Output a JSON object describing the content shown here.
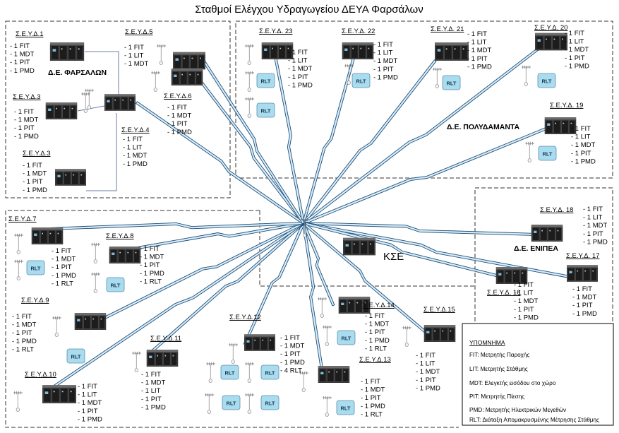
{
  "title": "Σταθμοί Ελέγχου Υδραγωγείου ΔΕΥΑ Φαρσάλων",
  "center_label": "ΚΣΕ",
  "rlt_label": "RLT",
  "regions": [
    {
      "id": "farsalon",
      "label": "Δ.Ε. ΦΑΡΣΑΛΩΝ"
    },
    {
      "id": "polydamanta",
      "label": "Δ.Ε. ΠΟΛΥΔΑΜΑΝΤΑ"
    },
    {
      "id": "enipea",
      "label": "Δ.Ε. ΕΝΙΠΕΑ"
    }
  ],
  "stations": [
    {
      "id": "s1",
      "name": "Σ.Ε.Υ.Δ.1",
      "items": [
        "- 1 FIT",
        "- 1 MDT",
        "- 1 PIT",
        "- 1 PMD"
      ]
    },
    {
      "id": "s5",
      "name": "Σ.Ε.Υ.Δ.5",
      "items": [
        "- 1 FIT",
        "- 1 LIT",
        "- 1 MDT"
      ]
    },
    {
      "id": "s3a",
      "name": "Σ.Ε.Υ.Δ.3",
      "items": [
        "- 1 FIT",
        "- 1 MDT",
        "- 1 PIT",
        "- 1 PMD"
      ]
    },
    {
      "id": "s6",
      "name": "Σ.Ε.Υ.Δ.6",
      "items": [
        "- 1 FIT",
        "- 1 MDT",
        "- 1 PIT",
        "- 1 PMD"
      ]
    },
    {
      "id": "s4",
      "name": "Σ.Ε.Υ.Δ.4",
      "items": [
        "- 1 FIT",
        "- 1 LIT",
        "- 1 MDT",
        "- 1 PMD"
      ]
    },
    {
      "id": "s3b",
      "name": "Σ.Ε.Υ.Δ.3",
      "items": [
        "- 1 FIT",
        "- 1 MDT",
        "- 1 PIT",
        "- 1 PMD"
      ]
    },
    {
      "id": "s23",
      "name": "Σ.Ε.Υ.Δ. 23",
      "items": [
        "- 1 FIT",
        "- 1 LIT",
        "- 1 MDT",
        "- 1 PIT",
        "- 1 PMD"
      ]
    },
    {
      "id": "s22",
      "name": "Σ.Ε.Υ.Δ. 22",
      "items": [
        "- 1 FIT",
        "- 1 LIT",
        "- 1 MDT",
        "- 1 PIT",
        "- 1 PMD"
      ]
    },
    {
      "id": "s21",
      "name": "Σ.Ε.Υ.Δ. 21",
      "items": [
        "- 1 FIT",
        "- 1 LIT",
        "- 1 MDT",
        "- 1 PIT",
        "- 1 PMD"
      ]
    },
    {
      "id": "s20",
      "name": "Σ.Ε.Υ.Δ. 20",
      "items": [
        "- 1 FIT",
        "- 1 LIT",
        "- 1 MDT",
        "- 1 PIT",
        "- 1 PMD"
      ]
    },
    {
      "id": "s19",
      "name": "Σ.Ε.Υ.Δ. 19",
      "items": [
        "- 1 FIT",
        "- 1 LIT",
        "- 1 MDT",
        "- 1 PIT",
        "- 1 PMD"
      ]
    },
    {
      "id": "s18",
      "name": "Σ.Ε.Υ.Δ. 18",
      "items": [
        "- 1 FIT",
        "- 1 LIT",
        "- 1 MDT",
        "- 1 PIT",
        "- 1 PMD"
      ]
    },
    {
      "id": "s17",
      "name": "Σ.Ε.Υ.Δ. 17",
      "items": [
        "- 1 FIT",
        "- 1 MDT",
        "- 1 PIT",
        "- 1 PMD"
      ]
    },
    {
      "id": "s16",
      "name": "Σ.Ε.Υ.Δ. 16",
      "items": [
        "- 1 FIT",
        "- 1 LIT",
        "- 1 MDT",
        "- 1 PIT",
        "- 1 PMD"
      ]
    },
    {
      "id": "s7",
      "name": "Σ.Ε.Υ.Δ.7",
      "items": [
        "- 1 FIT",
        "- 1 MDT",
        "- 1 PIT",
        "- 1 PMD",
        "- 1 RLT"
      ]
    },
    {
      "id": "s8",
      "name": "Σ.Ε.Υ.Δ.8",
      "items": [
        "- 1 FIT",
        "- 1 MDT",
        "- 1 PIT",
        "- 1 PMD",
        "- 1 RLT"
      ]
    },
    {
      "id": "s9",
      "name": "Σ.Ε.Υ.Δ.9",
      "items": [
        "- 1 FIT",
        "- 1 MDT",
        "- 1 PIT",
        "- 1 PMD",
        "- 1 RLT"
      ]
    },
    {
      "id": "s10",
      "name": "Σ.Ε.Υ.Δ.10",
      "items": [
        "- 1 FIT",
        "- 1 LIT",
        "- 1 MDT",
        "- 1 PIT",
        "- 1 PMD"
      ]
    },
    {
      "id": "s11",
      "name": "Σ.Ε.Υ.Δ.11",
      "items": [
        "- 1 FIT",
        "- 1 MDT",
        "- 1 LIT",
        "- 1 PIT",
        "- 1 PMD"
      ]
    },
    {
      "id": "s12",
      "name": "Σ.Ε.Υ.Δ.12",
      "items": [
        "- 1 FIT",
        "- 1 MDT",
        "- 1 PIT",
        "- 1 PMD",
        "- 4 RLT"
      ]
    },
    {
      "id": "s14",
      "name": "Σ.Ε.Υ.Δ.14",
      "items": [
        "- 1 FIT",
        "- 1 MDT",
        "- 1 PIT",
        "- 1 PMD",
        "- 1 RLT"
      ]
    },
    {
      "id": "s13",
      "name": "Σ.Ε.Υ.Δ.13",
      "items": [
        "- 1 FIT",
        "- 1 MDT",
        "- 1 PIT",
        "- 1 PMD",
        "- 1 RLT"
      ]
    },
    {
      "id": "s15",
      "name": "Σ.Ε.Υ.Δ.15",
      "items": [
        "- 1 FIT",
        "- 1 LIT",
        "- 1 MDT",
        "- 1 PIT",
        "- 1 PMD"
      ]
    }
  ],
  "legend": {
    "title": "ΥΠΟΜΝΗΜΑ",
    "items": [
      "FIT: Μετρητής Παροχής",
      "LIT: Μετρητής Στάθμης",
      "MDT: Ελεγκτής εισόδου στο χώρο",
      "PIT: Μετρητής Πίεσης",
      "PMD: Μετρητής Ηλεκτρικών Μεγεθών",
      "RLT: Διάταξη Απομακρυσμένης Μέτρησης Στάθμης"
    ]
  },
  "colors": {
    "link_fill": "#d6ecf8",
    "link_stroke": "#1f4e79",
    "rlt_fill": "#a9dcef",
    "device_dark": "#2b2b2b",
    "device_light": "#6a6a6a"
  }
}
